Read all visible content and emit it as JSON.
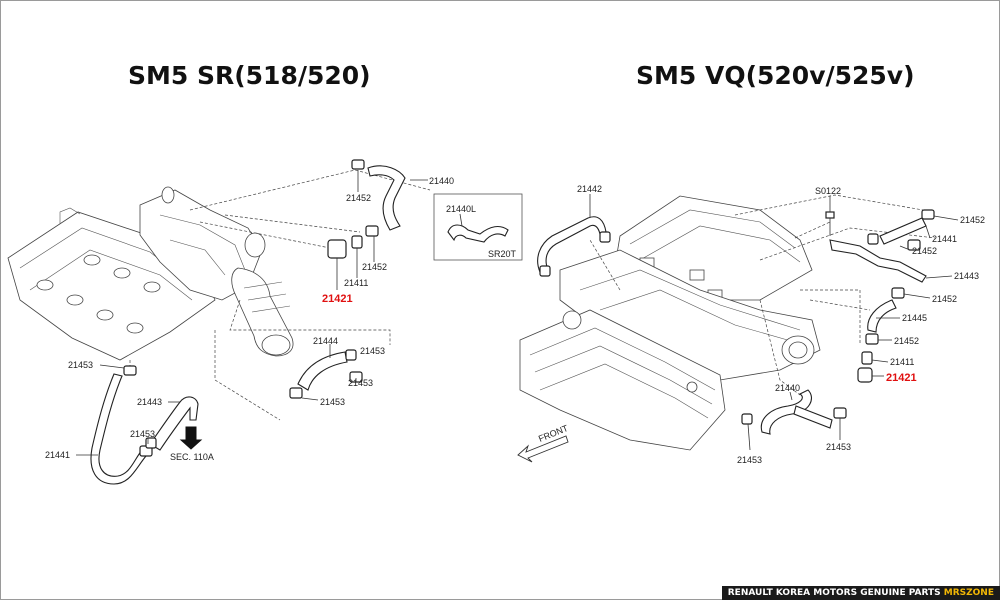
{
  "titles": {
    "left": "SM5 SR(518/520)",
    "right": "SM5 VQ(520v/525v)"
  },
  "left_labels": {
    "l21440": "21440",
    "l21452a": "21452",
    "l21452b": "21452",
    "l21411": "21411",
    "l21421": "21421",
    "inset_part": "21440L",
    "inset_code": "SR20T",
    "l21444": "21444",
    "l21453a": "21453",
    "l21453b": "21453",
    "l21453c": "21453",
    "l21443": "21443",
    "l21453d": "21453",
    "l21441": "21441",
    "sec": "SEC. 110A"
  },
  "right_labels": {
    "l21442": "21442",
    "s0122": "S0122",
    "l21452a": "21452",
    "l21441": "21441",
    "l21452b": "21452",
    "l21443": "21443",
    "l21452c": "21452",
    "l21445": "21445",
    "l21452d": "21452",
    "l21411": "21411",
    "l21421": "21421",
    "l21440": "21440",
    "l21453a": "21453",
    "l21453b": "21453",
    "front": "FRONT"
  },
  "footer": {
    "text": "RENAULT KOREA MOTORS GENUINE PARTS ",
    "brand": "MRSZONE"
  },
  "colors": {
    "highlight": "#e01010",
    "footer_bg": "#1a1a1a",
    "brand": "#f2b705"
  }
}
